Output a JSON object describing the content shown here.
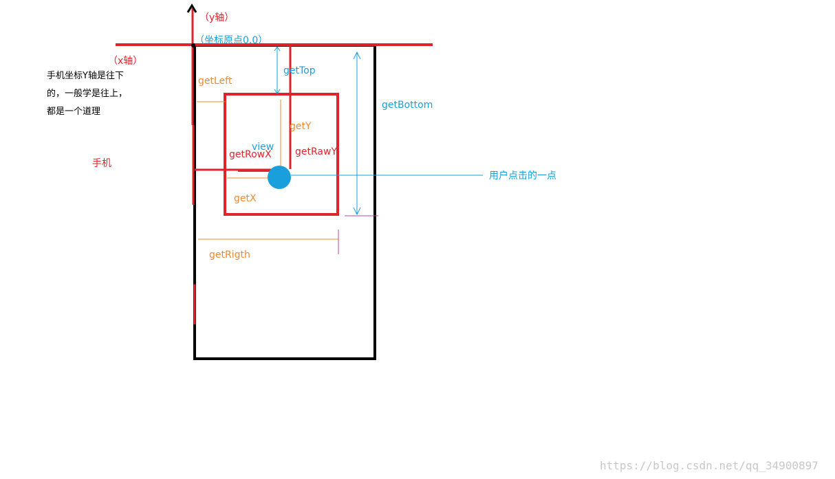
{
  "colors": {
    "red": "#e0232b",
    "blue": "#1a9fdd",
    "orange": "#f08a2e",
    "black": "#000000",
    "magenta": "#c040a0",
    "watermark": "#c8c8c8"
  },
  "labels": {
    "y_axis": "（y轴）",
    "x_axis": "（x轴）",
    "origin": "（坐标原点0.0）",
    "phone": "手机",
    "note_line1": "手机坐标Y轴是往下",
    "note_line2": "的，一般学是往上，",
    "note_line3": "都是一个道理",
    "get_top": "getTop",
    "get_bottom": "getBottom",
    "get_left": "getLeft",
    "get_y": "getY",
    "view": "view",
    "get_row_x": "getRowX",
    "get_raw_y": "getRawY",
    "get_x": "getX",
    "get_rigth": "getRigth",
    "click_point": "用户点击的一点"
  },
  "watermark": "https://blog.csdn.net/qq_34900897"
}
